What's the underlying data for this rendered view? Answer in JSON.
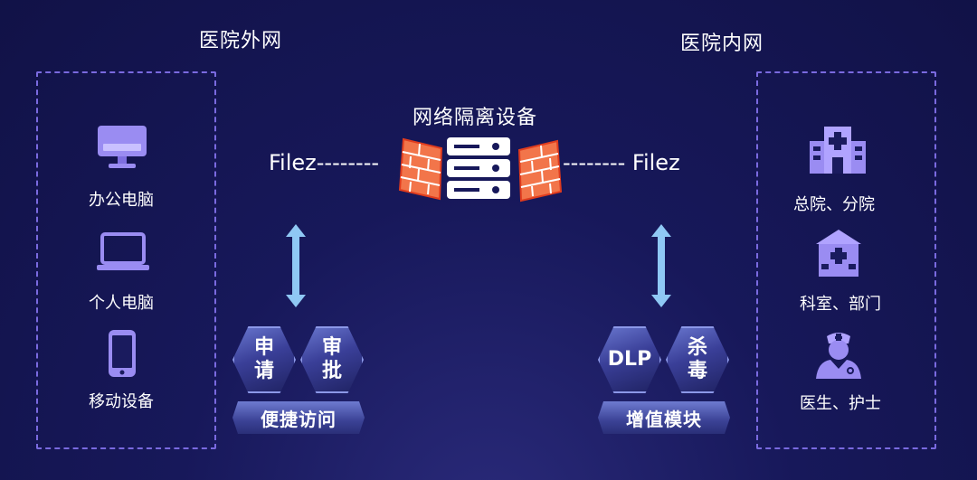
{
  "titles": {
    "external": "医院外网",
    "internal": "医院内网",
    "isolation_device": "网络隔离设备"
  },
  "left_items": [
    {
      "icon": "monitor-icon",
      "label": "办公电脑"
    },
    {
      "icon": "laptop-icon",
      "label": "个人电脑"
    },
    {
      "icon": "phone-icon",
      "label": "移动设备"
    }
  ],
  "right_items": [
    {
      "icon": "hospital-building-icon",
      "label": "总院、分院"
    },
    {
      "icon": "clinic-icon",
      "label": "科室、部门"
    },
    {
      "icon": "doctor-icon",
      "label": "医生、护士"
    }
  ],
  "links": {
    "left": "Filez--------",
    "right": "-------- Filez"
  },
  "left_module": {
    "hexes": [
      "申\n请",
      "审\n批"
    ],
    "bar": "便捷访问"
  },
  "right_module": {
    "hexes": [
      "DLP",
      "杀\n毒"
    ],
    "bar": "增值模块"
  },
  "colors": {
    "background": "#17185a",
    "panel_border": "#7a6ae0",
    "icon": "#9a8cf2",
    "arrow": "#8fc8f4",
    "firewall": "#f2754a"
  }
}
